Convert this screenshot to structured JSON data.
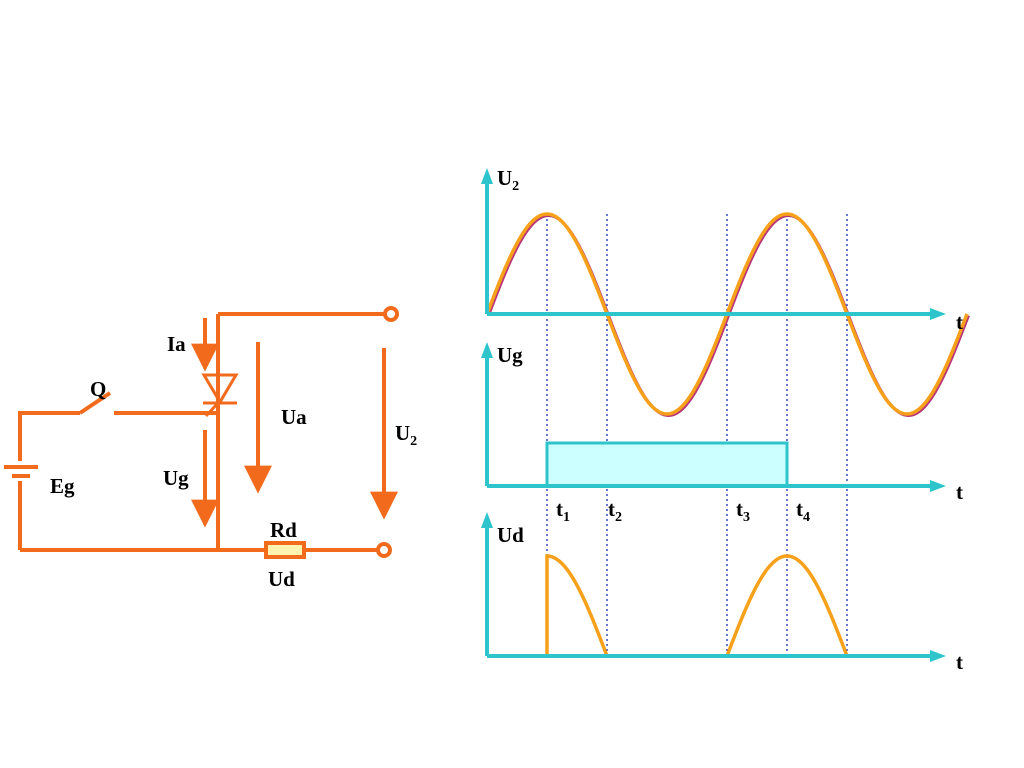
{
  "colors": {
    "wire": "#F26B1D",
    "axis": "#2EC4CC",
    "waveform": "#F7A11B",
    "waveform_shadow": "#B8357A",
    "pulse_fill": "#CCFFFF",
    "resistor_fill": "#FFF3B0",
    "guide": "#1A2FB8"
  },
  "circuit": {
    "labels": {
      "ia": "Ia",
      "q": "Q",
      "ua": "Ua",
      "u2_main": "U",
      "u2_sub": "2",
      "eg": "Eg",
      "ug": "Ug",
      "rd": "Rd",
      "ud": "Ud"
    }
  },
  "chart_data": [
    {
      "type": "line",
      "name": "u2-plot",
      "ylabel_main": "U",
      "ylabel_sub": "2",
      "xlabel": "t",
      "x_range": [
        0,
        4
      ],
      "y_range": [
        -1,
        1
      ],
      "waveform": "sine",
      "periods": 2
    },
    {
      "type": "area",
      "name": "ug-plot",
      "ylabel": "Ug",
      "xlabel": "t",
      "pulse_start": 1,
      "pulse_end": 5,
      "pulse_level": 1
    },
    {
      "type": "line",
      "name": "ud-plot",
      "ylabel": "Ud",
      "xlabel": "t",
      "conduction_intervals": [
        [
          1,
          2
        ],
        [
          3,
          4
        ]
      ],
      "waveform": "rectified-sine"
    }
  ],
  "time_markers": [
    {
      "main": "t",
      "sub": "1"
    },
    {
      "main": "t",
      "sub": "2"
    },
    {
      "main": "t",
      "sub": "3"
    },
    {
      "main": "t",
      "sub": "4"
    }
  ]
}
